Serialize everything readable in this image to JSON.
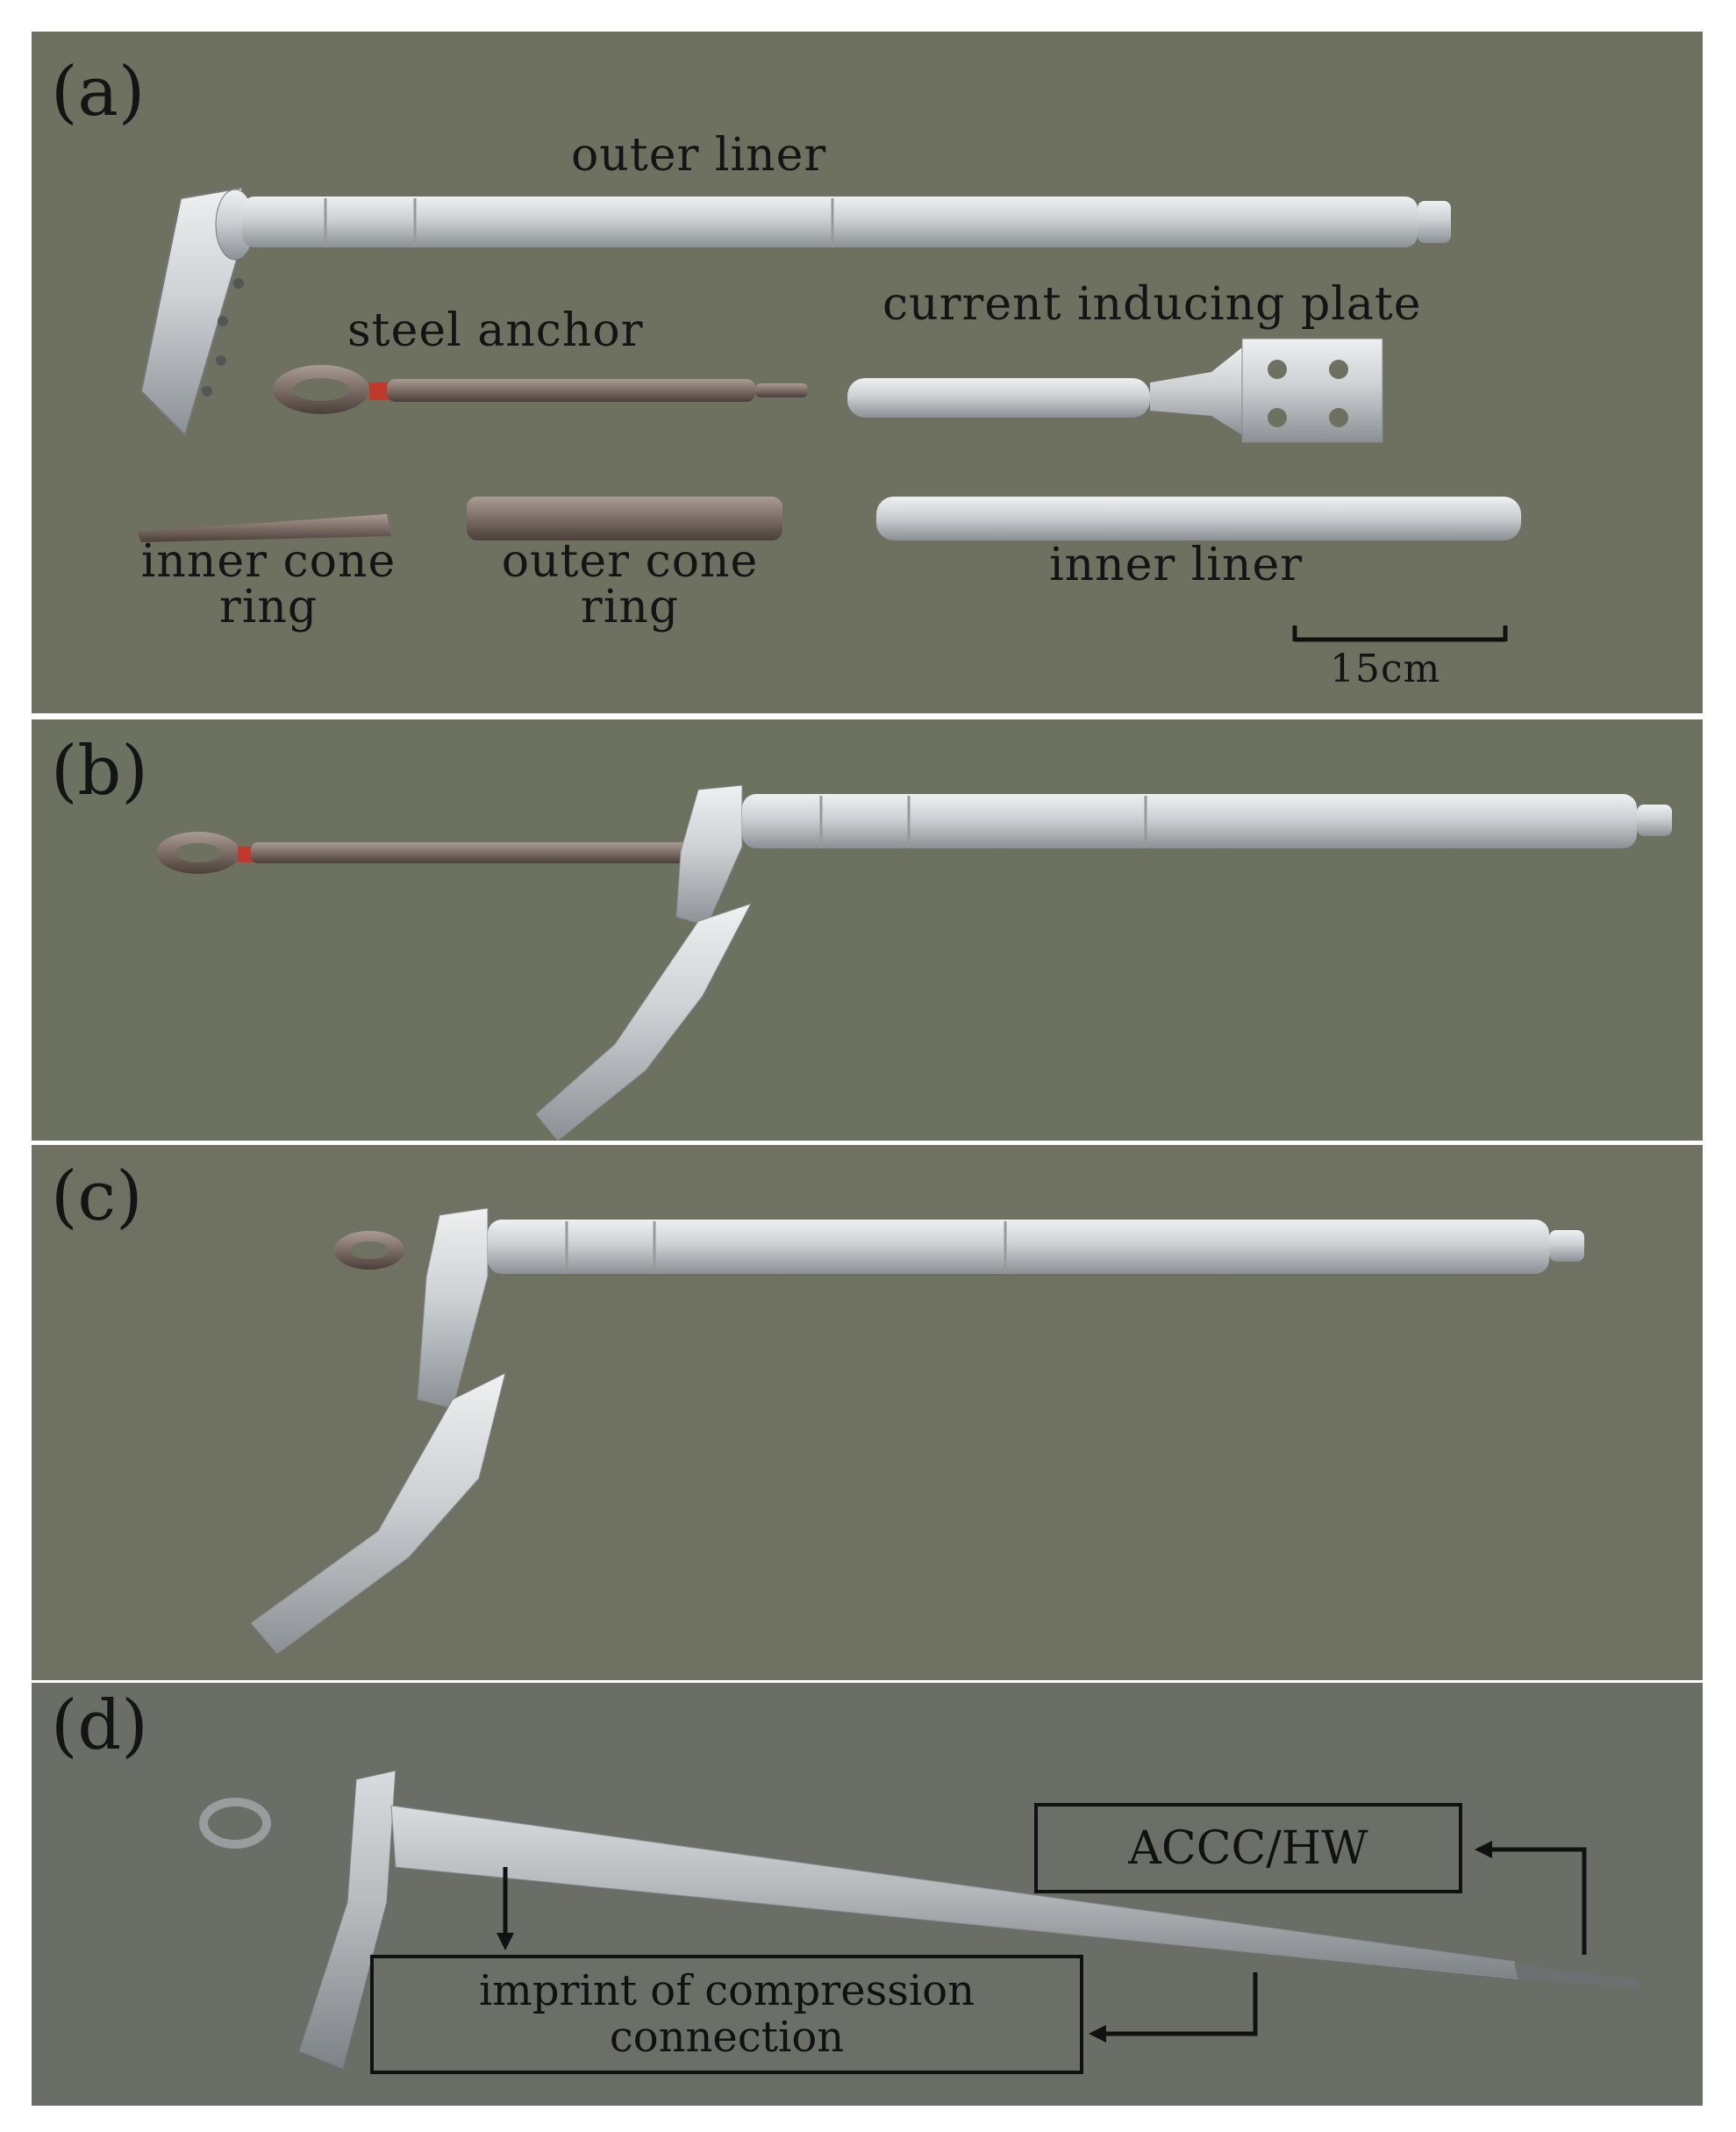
{
  "figure": {
    "panels": [
      {
        "id": "a",
        "label": "(a)"
      },
      {
        "id": "b",
        "label": "(b)"
      },
      {
        "id": "c",
        "label": "(c)"
      },
      {
        "id": "d",
        "label": "(d)"
      }
    ]
  },
  "panel_a": {
    "outer_liner": "outer liner",
    "current_inducing_plate": "current inducing plate",
    "steel_anchor": "steel anchor",
    "inner_cone_ring_1": "inner cone",
    "inner_cone_ring_2": "ring",
    "outer_cone_ring_1": "outer cone",
    "outer_cone_ring_2": "ring",
    "inner_liner": "inner liner",
    "scale_bar": "15cm"
  },
  "panel_d": {
    "accc_hw": "ACCC/HW",
    "imprint_1": "imprint of compression",
    "imprint_2": "connection"
  },
  "colors": {
    "background_green": "#6e7160",
    "aluminum": "#c9cdd0",
    "steel": "#7a6a62",
    "rubber_ring": "#c0392b"
  }
}
